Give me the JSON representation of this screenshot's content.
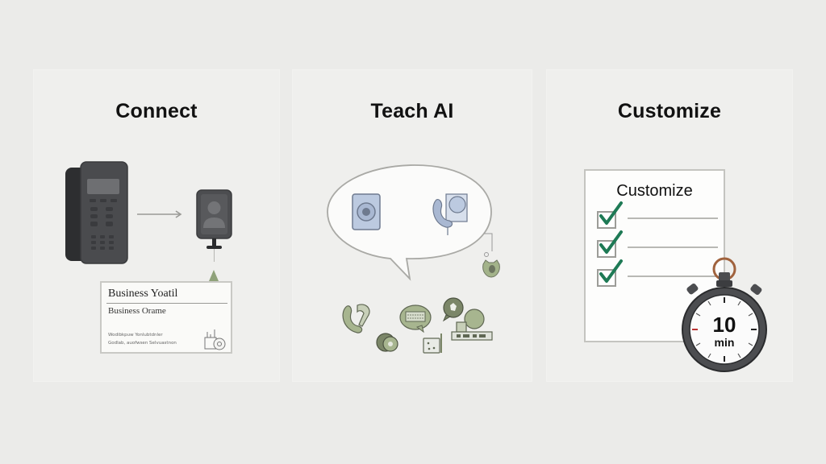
{
  "panels": [
    {
      "title": "Connect",
      "illustration": {
        "left": "desk-phone-icon",
        "connector": "arrow-right-icon",
        "right": "contact-badge-icon",
        "pin": "leaf-pin-icon"
      },
      "card": {
        "title": "Business Yoatil",
        "subtitle": "Business Orame",
        "fine_line_1": "Wodibkpuw Yonlubtdnler",
        "fine_line_2": "Godlab, auofwsen Selvuastnon",
        "icon": "office-gear-icon"
      }
    },
    {
      "title": "Teach AI",
      "illustration": {
        "bubble": "speech-bubble-icon",
        "bubble_icons": [
          "speaker-device-icon",
          "phone-handset-recorder-icon"
        ],
        "connector_icon": "small-badge-icon",
        "cluster_icons": [
          "phone-handset-icon",
          "chat-keyboard-icon",
          "chat-bubble-icon",
          "robot-icon",
          "wifi-device-icon",
          "music-disc-icon"
        ]
      },
      "colors": {
        "bubble_icon": "#b9c6dc",
        "cluster_icon": "#a7b58f",
        "cluster_dark": "#6d7560"
      }
    },
    {
      "title": "Customize",
      "checklist": {
        "title": "Customize",
        "items": [
          {
            "checked": true
          },
          {
            "checked": true
          },
          {
            "checked": true
          }
        ]
      },
      "stopwatch": {
        "value": "10",
        "unit": "min"
      },
      "colors": {
        "check": "#1e7a55",
        "ring": "#a0623d",
        "stopwatch_body": "#4c4d50"
      }
    }
  ]
}
